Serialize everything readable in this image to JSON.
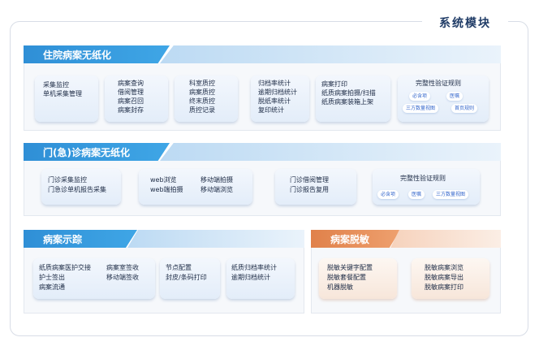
{
  "title": "系统模块",
  "inpatient": {
    "header": "住院病案无纸化",
    "cards": [
      [
        "采集监控",
        "单机采集管理"
      ],
      [
        "病案查询",
        "借阅管理",
        "病案召回",
        "病案封存"
      ],
      [
        "科室质控",
        "病案质控",
        "终末质控",
        "质控记录"
      ],
      [
        "归档率统计",
        "逾期归档统计",
        "脱纸率统计",
        "复印统计"
      ],
      [
        "病案打印",
        "纸质病案拍摄/扫描",
        "纸质病案装箱上架"
      ]
    ],
    "rules": {
      "title": "完整性验证规则",
      "tags": [
        "必含项",
        "医嘱",
        "三方数量视图",
        "首页规则"
      ]
    }
  },
  "outpatient": {
    "header": "门(急)诊病案无纸化",
    "cards": [
      [
        "门诊采集监控",
        "门急诊单机报告采集"
      ],
      [
        "web浏览",
        "web端拍摄"
      ],
      [
        "移动端拍摄",
        "移动端浏览"
      ],
      [
        "门诊借阅管理",
        "门诊报告复用"
      ]
    ],
    "rules": {
      "title": "完整性验证规则",
      "tags": [
        "必含项",
        "医嘱",
        "三方数量视图"
      ]
    }
  },
  "tracking": {
    "header": "病案示踪",
    "cards": [
      [
        "纸质病案医护交接",
        "护士签出",
        "病案流通"
      ],
      [
        "病案室签收",
        "移动端签收"
      ],
      [
        "节点配置",
        "封皮/条码打印"
      ],
      [
        "纸质归档率统计",
        "逾期归档统计"
      ]
    ]
  },
  "desensitize": {
    "header": "病案脱敏",
    "cards": [
      [
        "脱敏关键字配置",
        "脱敏套餐配置",
        "机器脱敏"
      ],
      [
        "脱敏病案浏览",
        "脱敏病案导出",
        "脱敏病案打印"
      ]
    ]
  },
  "colors": {
    "blue_header": "#2f8fd6",
    "orange_header": "#e58a52",
    "title_text": "#1f3b66"
  }
}
